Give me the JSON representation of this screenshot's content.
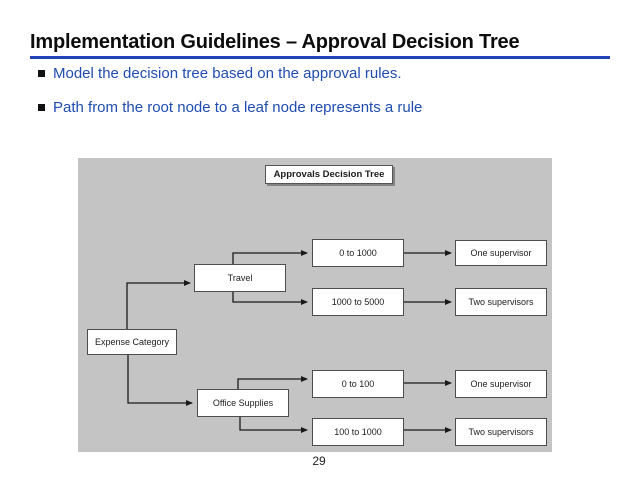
{
  "header": {
    "title": "Implementation Guidelines – Approval Decision Tree"
  },
  "bullets": [
    "Model the decision tree based on the approval rules.",
    "Path from the root node to a leaf node represents a rule"
  ],
  "diagram": {
    "title": "Approvals Decision Tree",
    "nodes": {
      "expense_category": "Expense Category",
      "travel": "Travel",
      "office_supplies": "Office Supplies",
      "travel_range_low": "0 to 1000",
      "travel_range_high": "1000 to 5000",
      "office_range_low": "0 to 100",
      "office_range_high": "100 to 1000",
      "travel_low_outcome": "One supervisor",
      "travel_high_outcome": "Two supervisors",
      "office_low_outcome": "One supervisor",
      "office_high_outcome": "Two supervisors"
    }
  },
  "footer": {
    "page_number": "29"
  },
  "colors": {
    "bullet_text": "#1f4cb0",
    "title_rule": "#2343bb",
    "panel_background": "#c4c4c4",
    "title_text": "#0d0d0d",
    "connector": "#1a1a1a"
  }
}
